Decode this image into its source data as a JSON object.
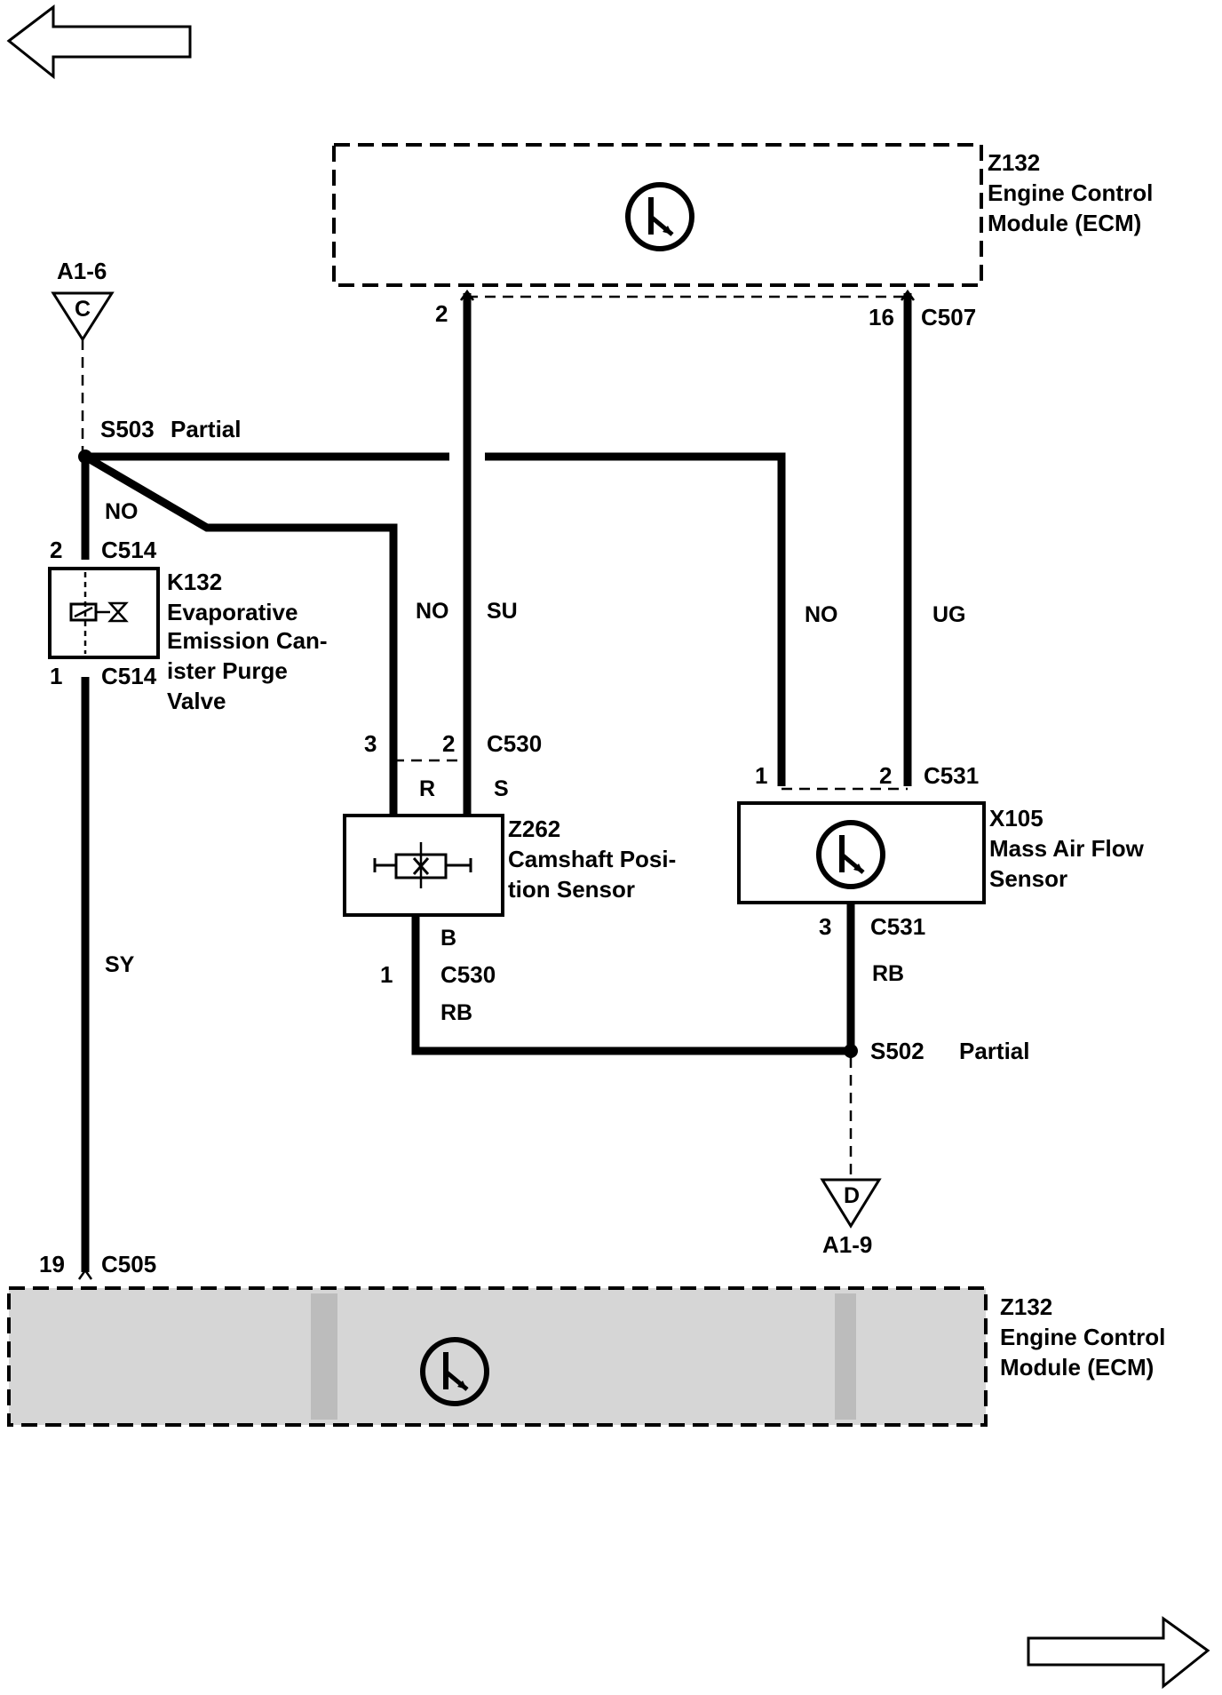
{
  "nav": {
    "prev_icon": "left-arrow-icon",
    "next_icon": "right-arrow-icon"
  },
  "ecm_top": {
    "id": "Z132",
    "line1": "Engine Control",
    "line2": "Module (ECM)",
    "icon": "transistor-icon"
  },
  "ecm_bottom": {
    "id": "Z132",
    "line1": "Engine Control",
    "line2": "Module (ECM)",
    "icon": "transistor-icon"
  },
  "connector_ref_top": {
    "tri_letter": "C",
    "label": "A1-6"
  },
  "connector_ref_bottom": {
    "tri_letter": "D",
    "label": "A1-9"
  },
  "splices": {
    "s503": {
      "name": "S503",
      "note": "Partial"
    },
    "s502": {
      "name": "S502",
      "note": "Partial"
    }
  },
  "ecm_pins": {
    "pin2": "2",
    "pin16": "16",
    "conn_top": "C507",
    "pin19": "19",
    "conn_bottom": "C505"
  },
  "purge_valve": {
    "id": "K132",
    "line1": "Evaporative",
    "line2": "Emission Can-",
    "line3": "ister Purge",
    "line4": "Valve",
    "pin_top": "2",
    "conn_top": "C514",
    "pin_bottom": "1",
    "conn_bottom": "C514",
    "icon": "solenoid-valve-icon"
  },
  "cam_sensor": {
    "id": "Z262",
    "line1": "Camshaft Posi-",
    "line2": "tion Sensor",
    "pin3": "3",
    "pin2": "2",
    "conn": "C530",
    "lead_r": "R",
    "lead_s": "S",
    "lead_b": "B",
    "pin1": "1",
    "conn_bottom": "C530",
    "icon": "hall-sensor-icon"
  },
  "maf_sensor": {
    "id": "X105",
    "line1": "Mass Air Flow",
    "line2": "Sensor",
    "pin1": "1",
    "pin2": "2",
    "conn": "C531",
    "pin3": "3",
    "conn_bottom": "C531",
    "icon": "transistor-icon"
  },
  "wire_colors": {
    "no_valve": "NO",
    "no_cam": "NO",
    "su": "SU",
    "no_maf": "NO",
    "ug": "UG",
    "sy": "SY",
    "rb_cam": "RB",
    "rb_maf": "RB"
  }
}
